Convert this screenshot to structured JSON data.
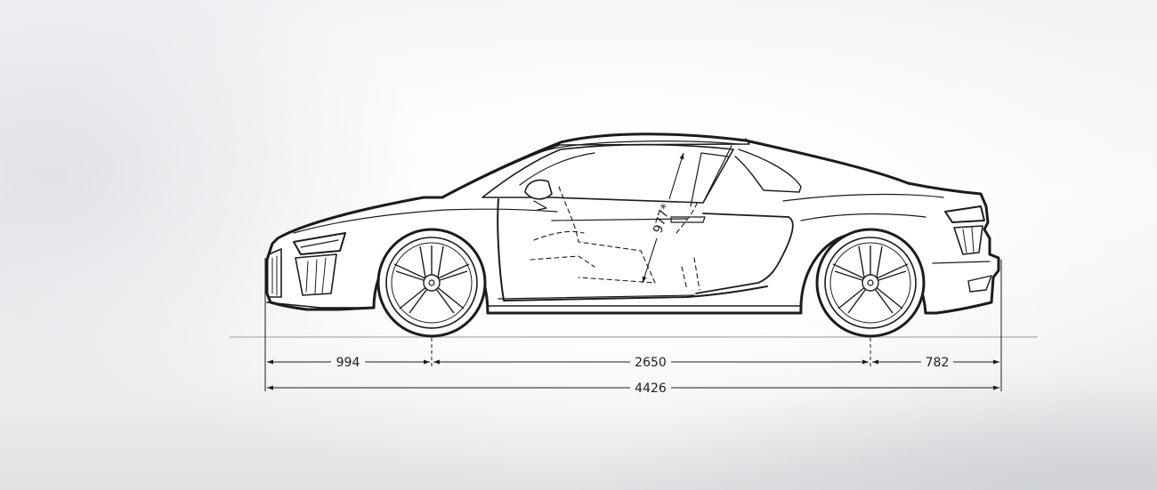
{
  "drawing": {
    "view": "side-elevation",
    "colors": {
      "line": "#1b1b1b",
      "ground": "#c9c9c9",
      "background": "#f4f5f6"
    }
  },
  "dimensions": {
    "front_overhang": "994",
    "wheelbase": "2650",
    "rear_overhang": "782",
    "overall_length": "4426",
    "door_opening": "977*"
  }
}
